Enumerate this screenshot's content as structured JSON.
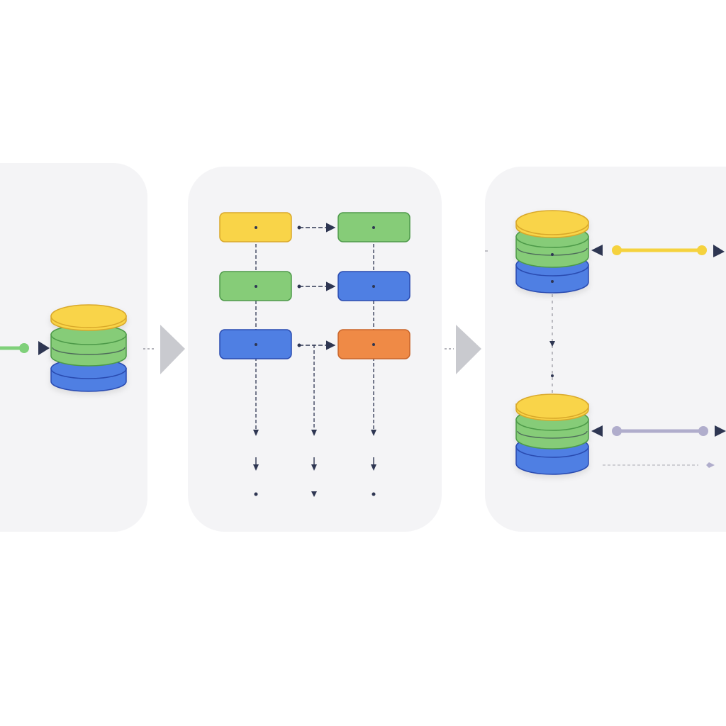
{
  "colors": {
    "background": "#ffffff",
    "panel": "#f4f4f6",
    "yellow": "#f9d448",
    "yellow_edge": "#d9a82a",
    "green": "#86cc78",
    "green_edge": "#4e9a4a",
    "blue": "#4f7fe3",
    "blue_edge": "#2a4bb0",
    "orange": "#ef8a46",
    "orange_edge": "#c9652a",
    "arrow": "#2e3652",
    "chevron": "#c9cacf",
    "link_yellow": "#f5d23e",
    "link_lavender": "#b0adcc",
    "link_green": "#7fd07a"
  },
  "panels": [
    {
      "id": "source",
      "contents": "database-stack"
    },
    {
      "id": "pipeline",
      "contents": "task-grid"
    },
    {
      "id": "targets",
      "contents": "database-stack-pair"
    }
  ],
  "pipeline": {
    "columns": 2,
    "rows": [
      {
        "left": "yellow",
        "right": "green"
      },
      {
        "left": "green",
        "right": "blue"
      },
      {
        "left": "blue",
        "right": "orange"
      }
    ]
  },
  "targets": [
    {
      "id": "target-db-1",
      "link_color": "link_yellow"
    },
    {
      "id": "target-db-2",
      "link_color": "link_lavender"
    }
  ],
  "icons": {
    "stage_separator": "chevron-right-icon",
    "database": "database-stack-icon"
  }
}
